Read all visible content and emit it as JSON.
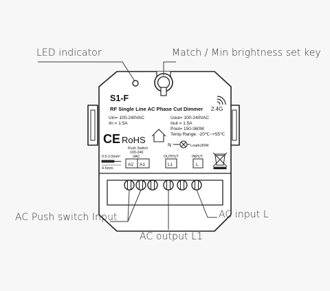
{
  "callouts": {
    "led": "LED indicator",
    "key": "Match / Min brightness set key",
    "push": "AC Push switch Input",
    "output": "AC output L1",
    "input": "AC input L"
  },
  "device": {
    "model": "S1-F",
    "title": "RF Single Line AC Phase Cut Dimmer",
    "band": "2.4G",
    "spec_left": [
      "Uin= 100-240VAC",
      "Iin = 1.5A"
    ],
    "spec_right": [
      "Uout= 100-240VAC",
      "Iout = 1.5A",
      "Pout= 150-360W",
      "Temp Range: -20℃~+55℃"
    ],
    "ce_mark": "CE",
    "rohs_mark": "RoHS",
    "load_n": "N",
    "load_label": "Load≤30W",
    "wire_label": "0.5-2.0mm²",
    "strip_label": "4-5mm",
    "push_switch": [
      "Push Switch",
      "100-240",
      "VAC"
    ],
    "push_terminals": [
      "A2",
      "A1"
    ],
    "output_label": "OUTPUT",
    "output_terminal": "L1",
    "input_label": "INPUT",
    "input_terminal": "L"
  },
  "colors": {
    "line": "#222222",
    "callout_line": "#3a3a3a",
    "background": "#f7f7f7",
    "device_fill": "#ffffff"
  }
}
